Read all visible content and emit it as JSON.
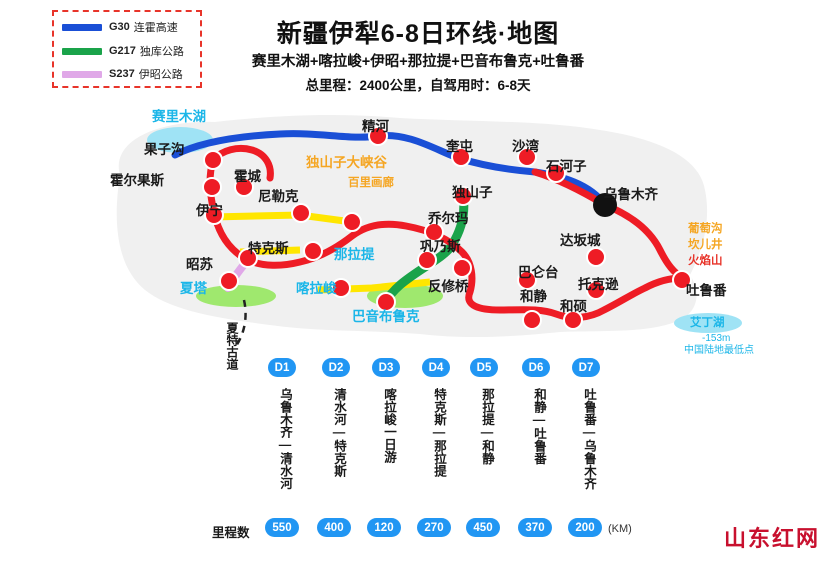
{
  "legend": {
    "items": [
      {
        "code": "G30",
        "name": "连霍高速",
        "color": "#1a4fd6"
      },
      {
        "code": "G217",
        "name": "独库公路",
        "color": "#1aa34a"
      },
      {
        "code": "S237",
        "name": "伊昭公路",
        "color": "#e0a8e8"
      }
    ]
  },
  "header": {
    "title": "新疆伊犁6-8日环线·地图",
    "subtitle": "赛里木湖+喀拉峻+伊昭+那拉提+巴音布鲁克+吐鲁番",
    "subtitle2": "总里程：2400公里，自驾用时：6-8天"
  },
  "map": {
    "places": [
      {
        "name": "赛里木湖",
        "style": "cyan"
      },
      {
        "name": "果子沟",
        "style": "dark"
      },
      {
        "name": "霍尔果斯",
        "style": "dark"
      },
      {
        "name": "霍城",
        "style": "dark"
      },
      {
        "name": "伊宁",
        "style": "dark"
      },
      {
        "name": "尼勒克",
        "style": "dark"
      },
      {
        "name": "精河",
        "style": "dark"
      },
      {
        "name": "奎屯",
        "style": "dark"
      },
      {
        "name": "沙湾",
        "style": "dark"
      },
      {
        "name": "石河子",
        "style": "dark"
      },
      {
        "name": "乌鲁木齐",
        "style": "dark"
      },
      {
        "name": "独山子",
        "style": "dark"
      },
      {
        "name": "乔尔玛",
        "style": "dark"
      },
      {
        "name": "巩乃斯",
        "style": "dark"
      },
      {
        "name": "特克斯",
        "style": "dark"
      },
      {
        "name": "那拉提",
        "style": "cyan"
      },
      {
        "name": "昭苏",
        "style": "dark"
      },
      {
        "name": "夏塔",
        "style": "cyan"
      },
      {
        "name": "喀拉峻",
        "style": "cyan"
      },
      {
        "name": "反修桥",
        "style": "dark"
      },
      {
        "name": "巴音布鲁克",
        "style": "cyan"
      },
      {
        "name": "巴仑台",
        "style": "dark"
      },
      {
        "name": "和静",
        "style": "dark"
      },
      {
        "name": "和硕",
        "style": "dark"
      },
      {
        "name": "托克逊",
        "style": "dark"
      },
      {
        "name": "达坂城",
        "style": "dark"
      },
      {
        "name": "吐鲁番",
        "style": "dark"
      }
    ],
    "annotations": [
      {
        "name": "独山子大峡谷",
        "style": "orange"
      },
      {
        "name": "百里画廊",
        "style": "orange"
      },
      {
        "name": "夏特古道",
        "style": "dark"
      },
      {
        "name": "葡萄沟",
        "style": "orange"
      },
      {
        "name": "坎儿井",
        "style": "orange"
      },
      {
        "name": "火焰山",
        "style": "red"
      },
      {
        "name": "艾丁湖",
        "style": "cyan"
      },
      {
        "name": "-153m",
        "style": "cyan"
      },
      {
        "name": "中国陆地最低点",
        "style": "cyan"
      }
    ]
  },
  "itinerary": {
    "days": [
      {
        "badge": "D1",
        "text": "乌鲁木齐—清水河",
        "km": "550"
      },
      {
        "badge": "D2",
        "text": "清水河—特克斯",
        "km": "400"
      },
      {
        "badge": "D3",
        "text": "喀拉峻一日游",
        "km": "120"
      },
      {
        "badge": "D4",
        "text": "特克斯—那拉提",
        "km": "270"
      },
      {
        "badge": "D5",
        "text": "那拉提—和静",
        "km": "450"
      },
      {
        "badge": "D6",
        "text": "和静—吐鲁番",
        "km": "370"
      },
      {
        "badge": "D7",
        "text": "吐鲁番—乌鲁木齐",
        "km": "200"
      }
    ],
    "km_label": "里程数",
    "km_unit": "(KM)"
  },
  "watermark": "山东红网"
}
